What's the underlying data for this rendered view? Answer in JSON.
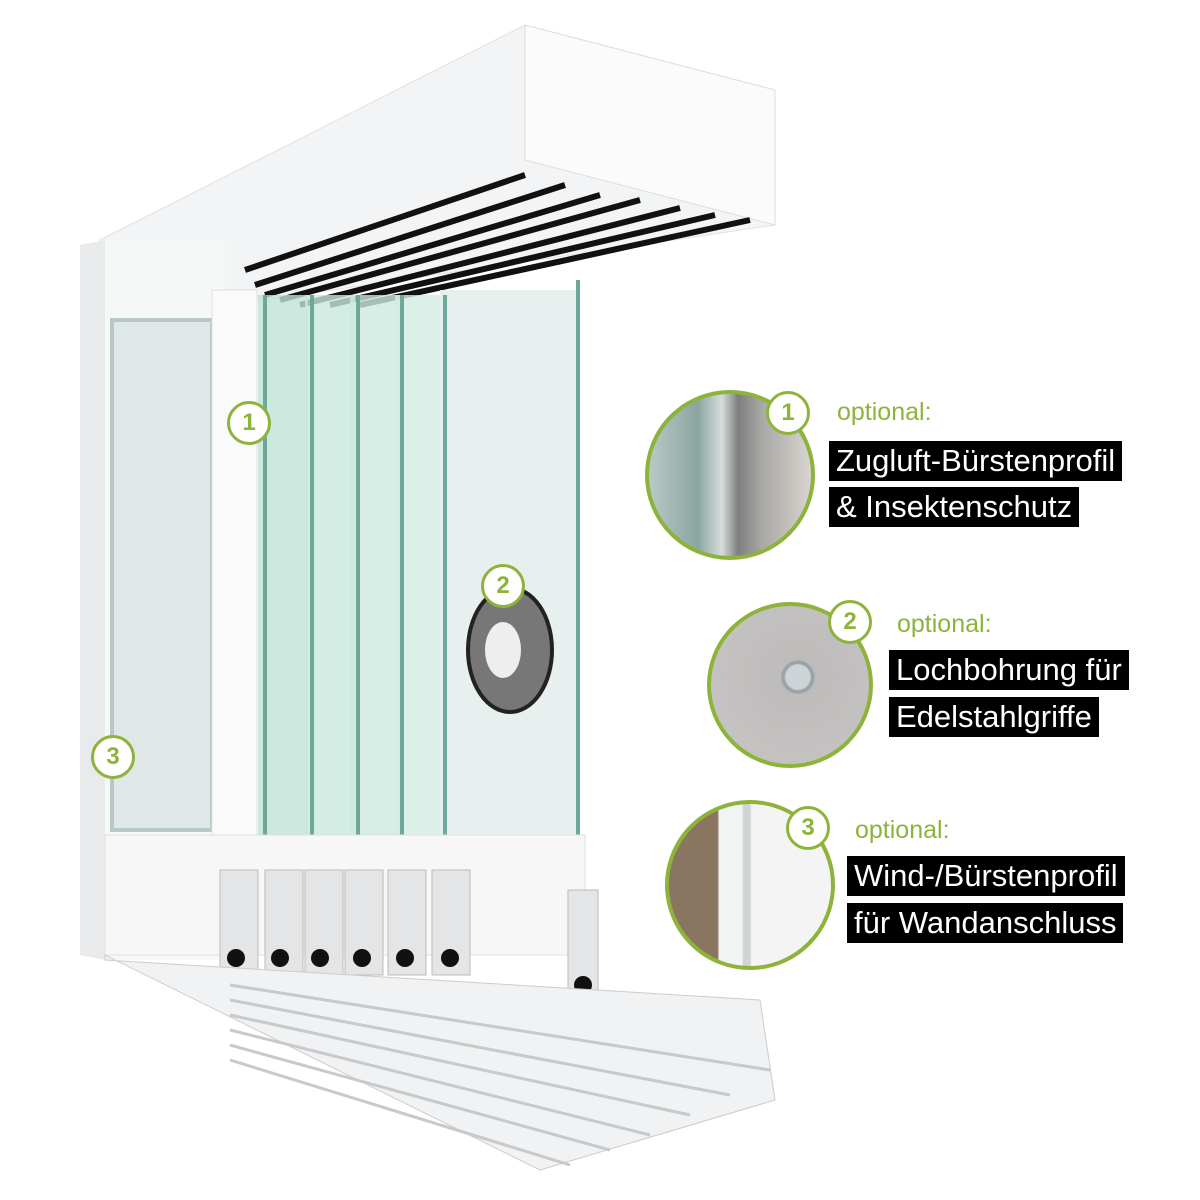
{
  "accent_color": "#8db33a",
  "markers": [
    "1",
    "2",
    "3"
  ],
  "callouts": [
    {
      "number": "1",
      "label": "optional:",
      "lines": [
        "Zugluft-Bürstenprofil",
        "& Insektenschutz"
      ]
    },
    {
      "number": "2",
      "label": "optional:",
      "lines": [
        "Lochbohrung für",
        "Edelstahlgriffe"
      ]
    },
    {
      "number": "3",
      "label": "optional:",
      "lines": [
        "Wind-/Bürstenprofil",
        "für Wandanschluss"
      ]
    }
  ]
}
